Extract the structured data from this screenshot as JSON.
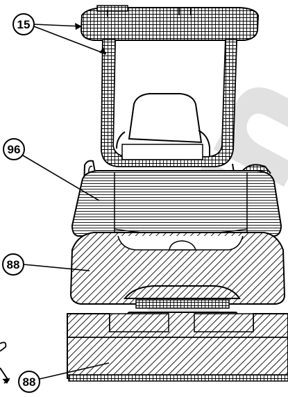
{
  "callouts": {
    "c15": "15",
    "c96": "96",
    "c88_upper": "88",
    "c88_lower": "88"
  },
  "watermark": {
    "text": "orn.c"
  },
  "colors": {
    "line": "#000000",
    "background": "#ffffff",
    "watermark": "#c9c9c9"
  }
}
